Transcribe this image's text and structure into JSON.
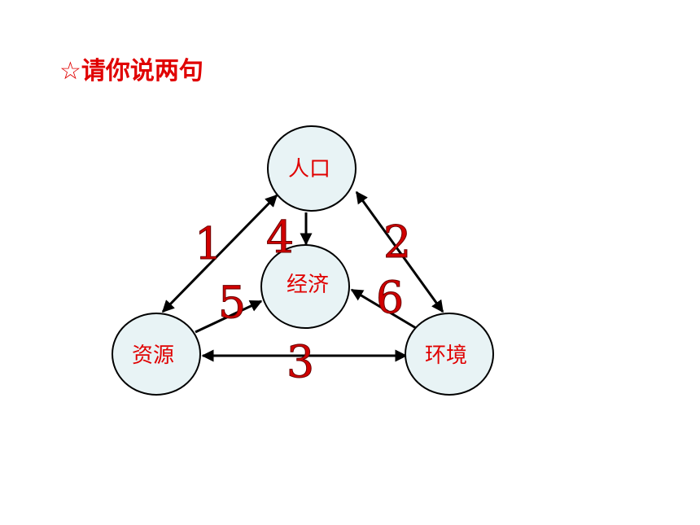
{
  "title": "☆请你说两句",
  "colors": {
    "text_red": "#e00000",
    "node_fill": "#e8f3f5",
    "node_stroke": "#000000",
    "arrow": "#000000"
  },
  "nodes": {
    "population": "人口",
    "economy": "经济",
    "resources": "资源",
    "environment": "环境"
  },
  "relations": {
    "r1": "1",
    "r2": "2",
    "r3": "3",
    "r4": "4",
    "r5": "5",
    "r6": "6"
  }
}
